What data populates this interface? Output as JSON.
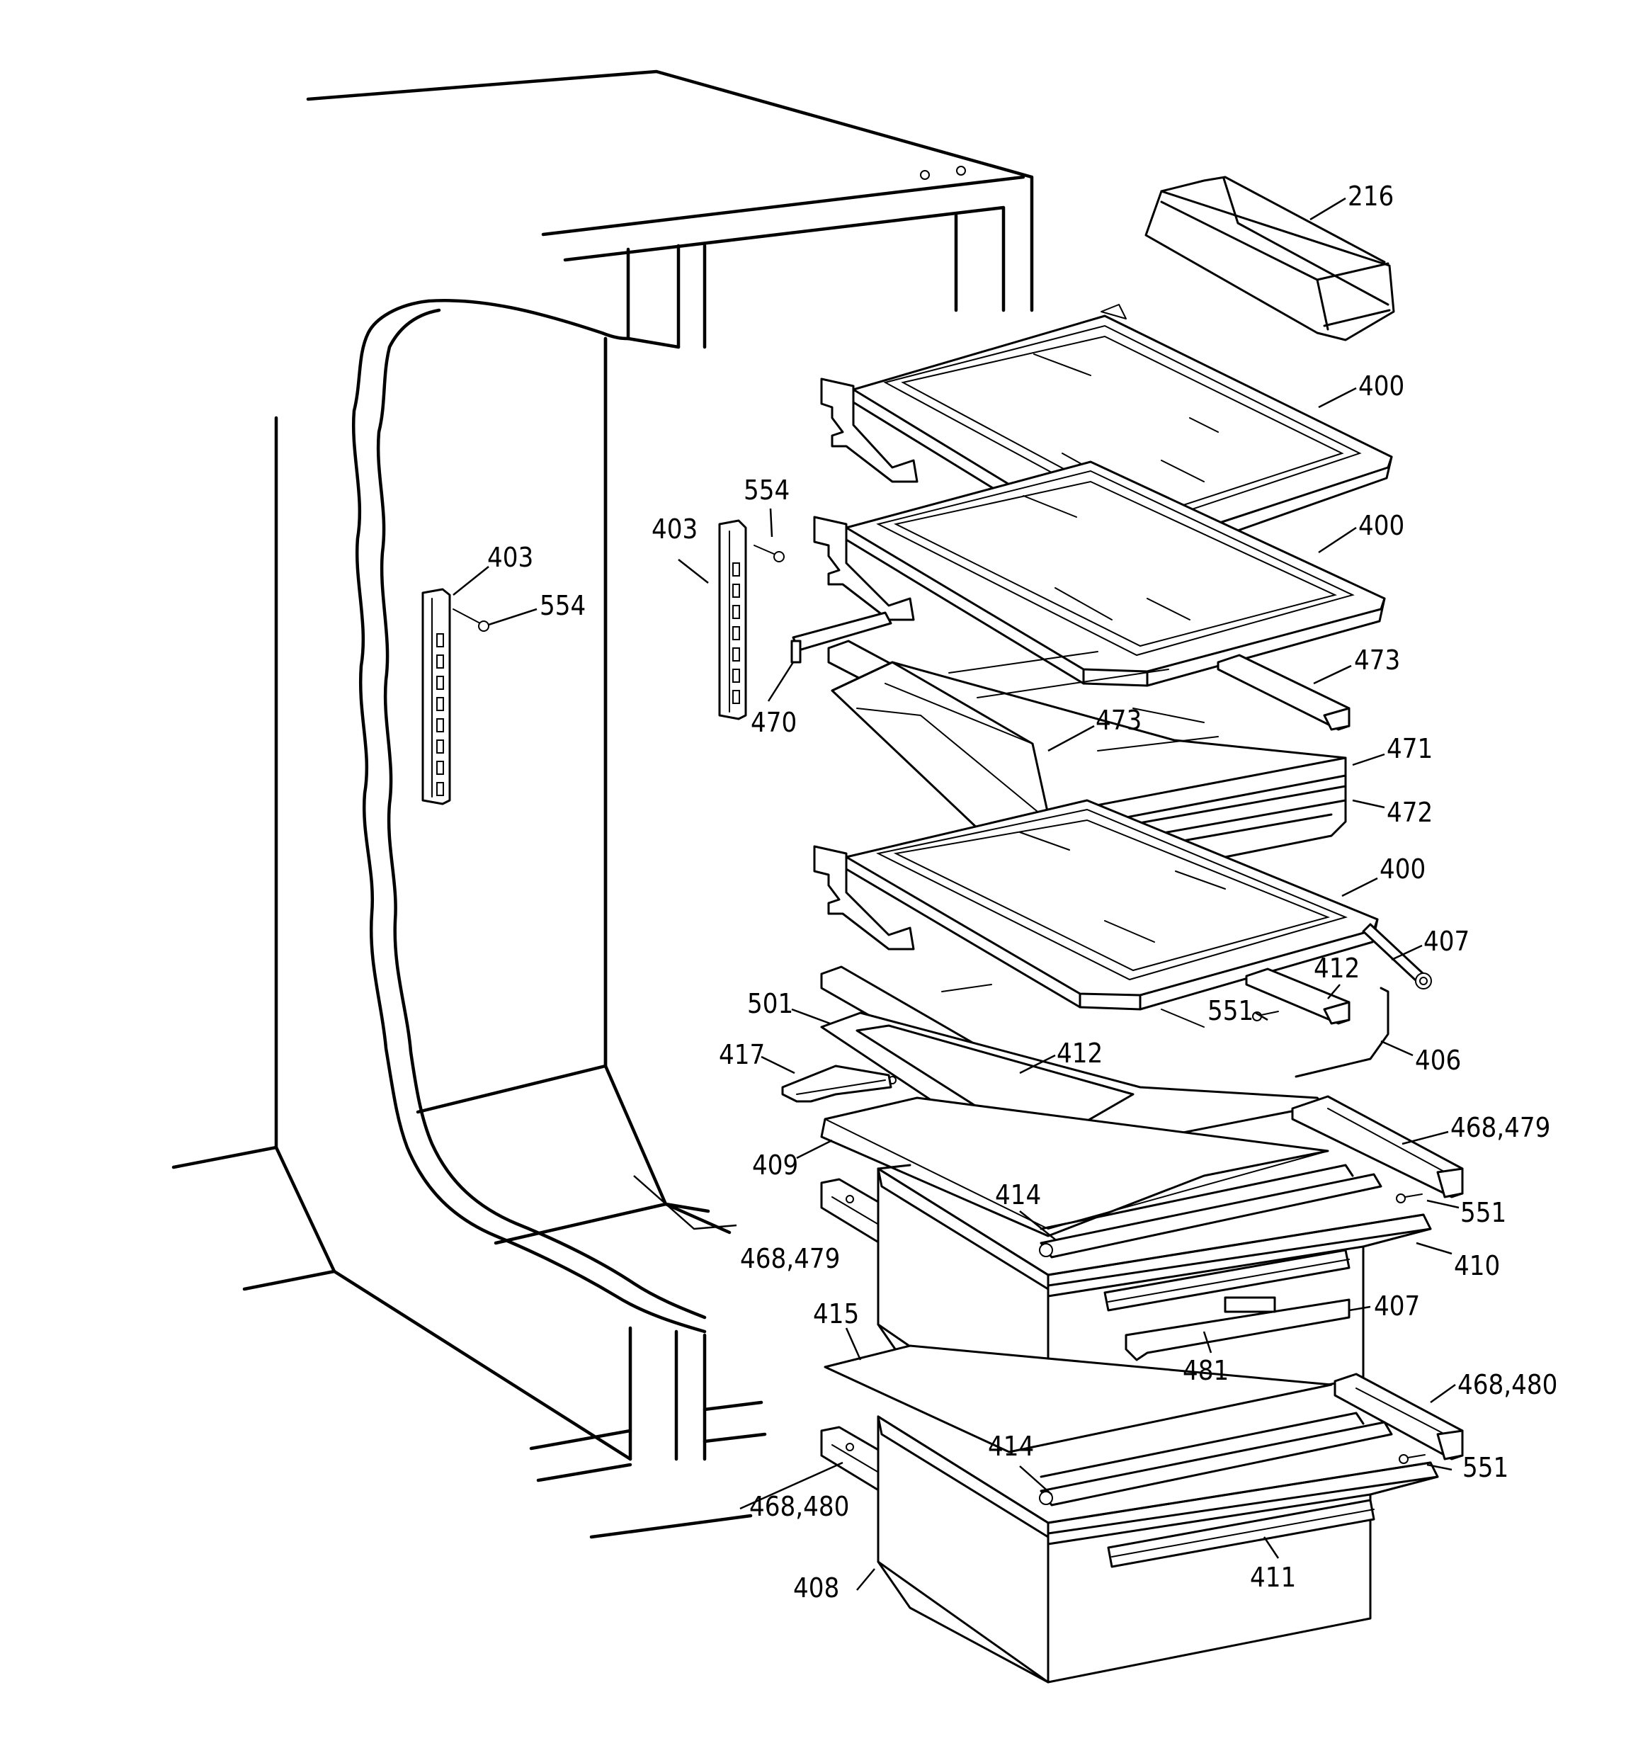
{
  "callouts": [
    {
      "id": "c216",
      "text": "216"
    },
    {
      "id": "c400a",
      "text": "400"
    },
    {
      "id": "c400b",
      "text": "400"
    },
    {
      "id": "c554a",
      "text": "554"
    },
    {
      "id": "c403a",
      "text": "403"
    },
    {
      "id": "c403b",
      "text": "403"
    },
    {
      "id": "c554b",
      "text": "554"
    },
    {
      "id": "c473a",
      "text": "473"
    },
    {
      "id": "c470",
      "text": "470"
    },
    {
      "id": "c473b",
      "text": "473"
    },
    {
      "id": "c471",
      "text": "471"
    },
    {
      "id": "c472",
      "text": "472"
    },
    {
      "id": "c400c",
      "text": "400"
    },
    {
      "id": "c407a",
      "text": "407"
    },
    {
      "id": "c412a",
      "text": "412"
    },
    {
      "id": "c551a",
      "text": "551"
    },
    {
      "id": "c501",
      "text": "501"
    },
    {
      "id": "c417",
      "text": "417"
    },
    {
      "id": "c412b",
      "text": "412"
    },
    {
      "id": "c406",
      "text": "406"
    },
    {
      "id": "c468479a",
      "text": "468,479"
    },
    {
      "id": "c409",
      "text": "409"
    },
    {
      "id": "c414a",
      "text": "414"
    },
    {
      "id": "c551b",
      "text": "551"
    },
    {
      "id": "c468479b",
      "text": "468,479"
    },
    {
      "id": "c410",
      "text": "410"
    },
    {
      "id": "c407b",
      "text": "407"
    },
    {
      "id": "c415",
      "text": "415"
    },
    {
      "id": "c481",
      "text": "481"
    },
    {
      "id": "c468480a",
      "text": "468,480"
    },
    {
      "id": "c414b",
      "text": "414"
    },
    {
      "id": "c551c",
      "text": "551"
    },
    {
      "id": "c468480b",
      "text": "468,480"
    },
    {
      "id": "c411",
      "text": "411"
    },
    {
      "id": "c408",
      "text": "408"
    }
  ]
}
